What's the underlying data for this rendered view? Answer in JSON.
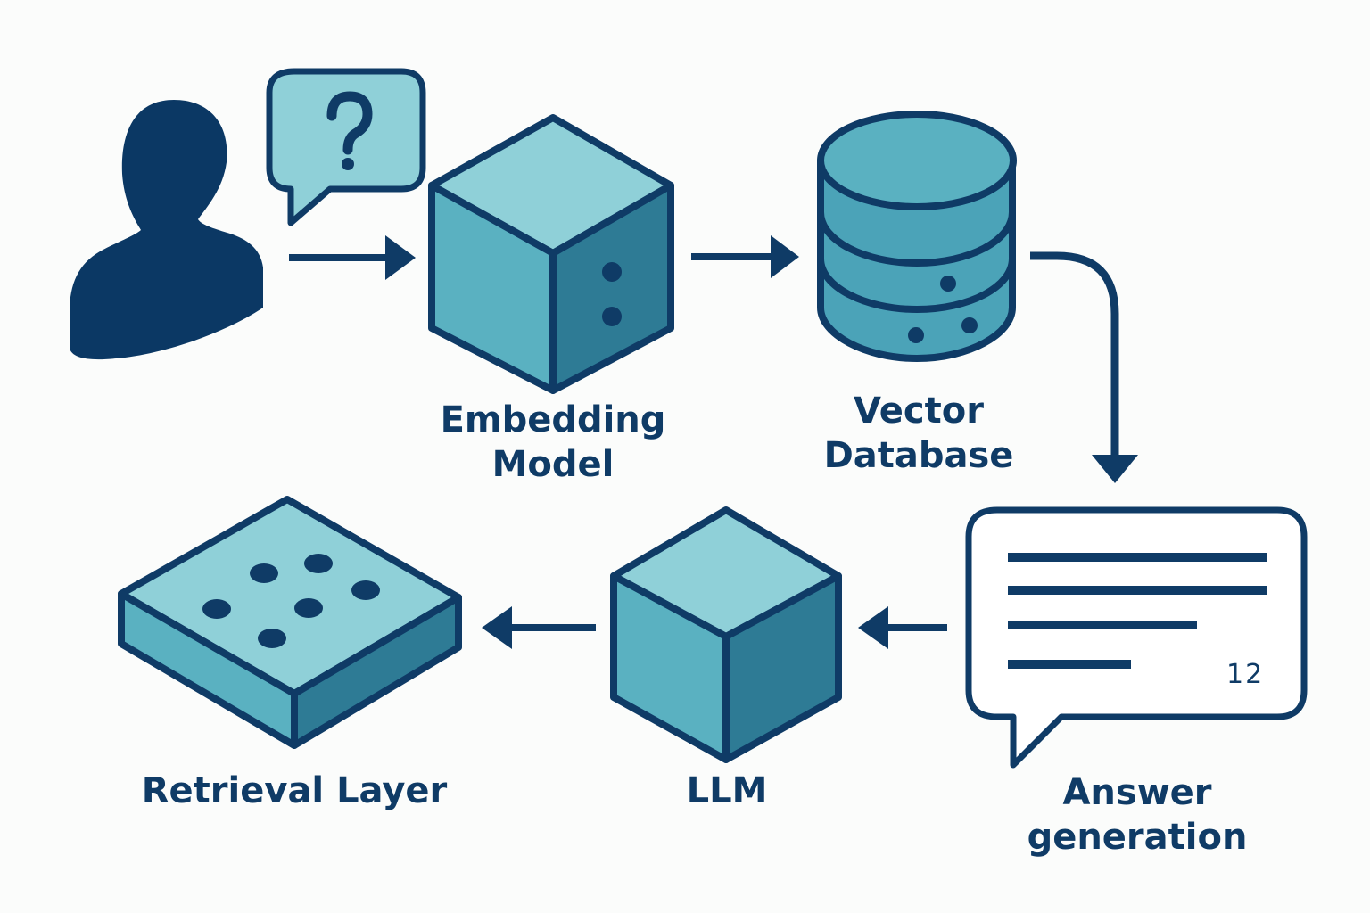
{
  "nodes": {
    "embedding_model": {
      "line1": "Embedding",
      "line2": "Model"
    },
    "vector_database": {
      "line1": "Vector",
      "line2": "Database"
    },
    "answer_generation": {
      "line1": "Answer",
      "line2": "generation",
      "page_number": "12"
    },
    "llm": {
      "label": "LLM"
    },
    "retrieval_layer": {
      "label": "Retrieval Layer"
    }
  },
  "colors": {
    "outline": "#0f3b66",
    "cube_top": "#8fd0d8",
    "cube_left": "#5ab1c1",
    "cube_right": "#2e7b95",
    "user": "#0b3864",
    "background": "#fbfcfb"
  },
  "icons": [
    "user-icon",
    "question-bubble-icon",
    "cube-icon",
    "database-icon",
    "answer-bubble-icon",
    "slab-icon",
    "arrow-icon"
  ]
}
